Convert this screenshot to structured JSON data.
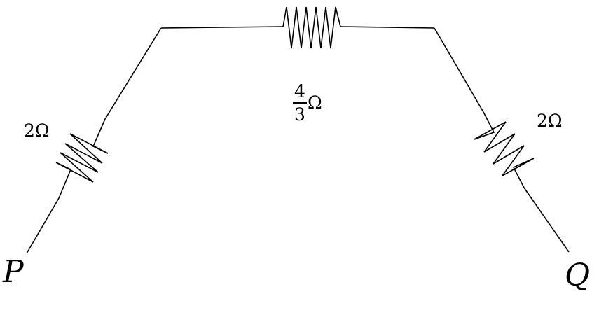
{
  "diagram": {
    "resistors": [
      {
        "id": "left",
        "value_label": "2Ω"
      },
      {
        "id": "top",
        "numerator": "4",
        "denominator": "3",
        "unit": "Ω"
      },
      {
        "id": "right",
        "value_label": "2Ω"
      }
    ],
    "terminals": {
      "p_label": "P",
      "q_label": "Q"
    },
    "colors": {
      "line": "#000000",
      "background": "#ffffff"
    }
  }
}
